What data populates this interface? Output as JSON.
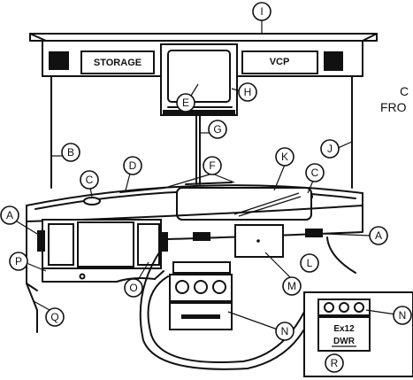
{
  "panel_labels": {
    "storage": "STORAGE",
    "vcp": "VCP",
    "drawer_line1": "Ex12",
    "drawer_line2": "DWR"
  },
  "side_text": {
    "line1": "C",
    "line2": "FRO"
  },
  "callouts": {
    "I": "I",
    "H": "H",
    "E": "E",
    "G": "G",
    "B": "B",
    "J": "J",
    "D": "D",
    "F": "F",
    "K": "K",
    "C_left": "C",
    "C_right": "C",
    "A_left": "A",
    "A_right": "A",
    "L": "L",
    "M": "M",
    "P": "P",
    "O": "O",
    "Q": "Q",
    "N_center": "N",
    "N_inset": "N",
    "R": "R"
  }
}
